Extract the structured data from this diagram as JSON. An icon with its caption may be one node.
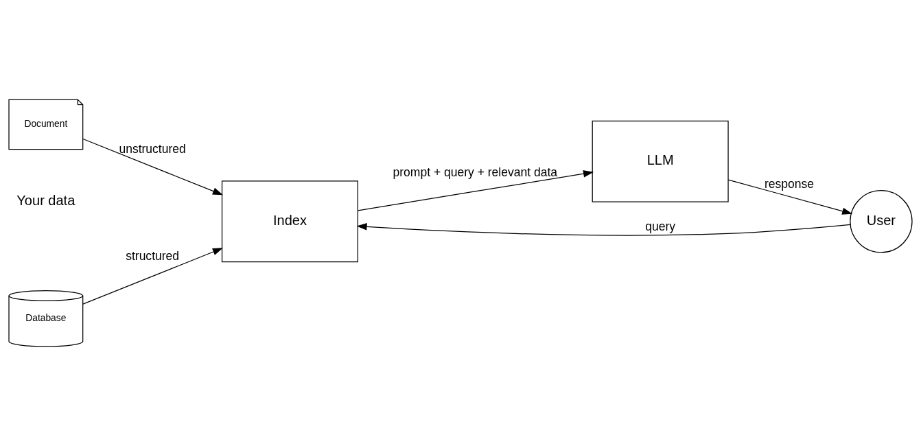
{
  "diagram": {
    "nodes": [
      {
        "text": [
          "Database"
        ]
      },
      {
        "text": [
          "Document"
        ]
      },
      {
        "text": [
          "Index"
        ]
      },
      {
        "text": [
          "LLM"
        ]
      },
      {
        "text": [
          "User"
        ]
      }
    ],
    "edges": [
      {
        "from": 0,
        "to": 2,
        "arrow": "to",
        "label": "structured"
      },
      {
        "from": 1,
        "to": 2,
        "arrow": "to",
        "label": "unstructured"
      },
      {
        "from": 2,
        "to": 3,
        "arrow": "to",
        "label": "prompt + query + relevant data"
      },
      {
        "from": 4,
        "to": 2,
        "arrow": "to",
        "label": "query"
      },
      {
        "from": 3,
        "to": 4,
        "arrow": "to",
        "label": "response"
      }
    ],
    "labels": [
      "Your data"
    ]
  }
}
